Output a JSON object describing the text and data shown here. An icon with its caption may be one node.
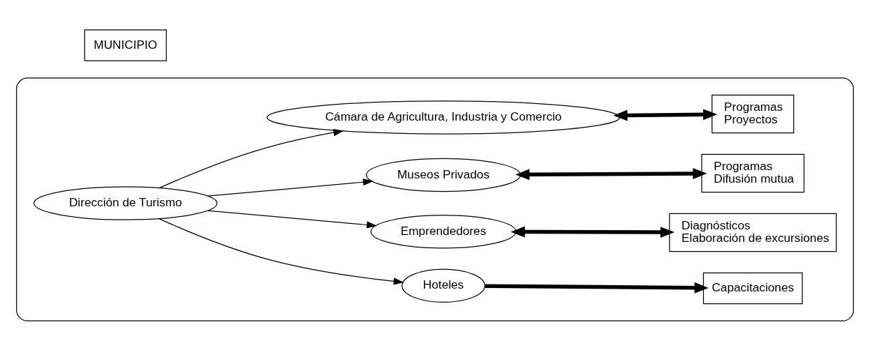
{
  "diagram": {
    "nodes": [
      {
        "text": [],
        "shape": "ellipse"
      },
      {
        "text": [
          "MUNICIPIO"
        ]
      },
      {
        "text": [
          "Dirección de Turismo"
        ],
        "in": 0
      },
      {
        "text": [
          "Hoteles"
        ],
        "in": 0
      },
      {
        "text": [
          "Capacitaciones"
        ],
        "in": 0
      },
      {
        "text": [
          "Emprendedores"
        ],
        "in": 0
      },
      {
        "text": [
          "Diagnósticos",
          "Elaboración de excursiones"
        ],
        "in": 0
      },
      {
        "text": [
          "Museos Privados"
        ],
        "in": 0
      },
      {
        "text": [
          "Programas",
          "Difusión mutua"
        ],
        "in": 0
      },
      {
        "text": [
          "Cámara de Agricultura, Industria y Comercio"
        ],
        "in": 0
      },
      {
        "text": [
          "Programas",
          "Proyectos"
        ],
        "in": 0
      }
    ],
    "edges": [
      {
        "from": 2,
        "to": 3,
        "arrow": "to"
      },
      {
        "from": 2,
        "to": 5,
        "arrow": "to"
      },
      {
        "from": 2,
        "to": 7,
        "arrow": "to"
      },
      {
        "from": 2,
        "to": 9,
        "arrow": "to"
      },
      {
        "from": 3,
        "to": 4,
        "arrow": "to",
        "style": "thick"
      },
      {
        "from": 5,
        "to": 6,
        "arrow": "both",
        "style": "thick"
      },
      {
        "from": 7,
        "to": 8,
        "arrow": "both",
        "style": "thick"
      },
      {
        "from": 9,
        "to": 10,
        "arrow": "both",
        "style": "thick"
      }
    ]
  }
}
